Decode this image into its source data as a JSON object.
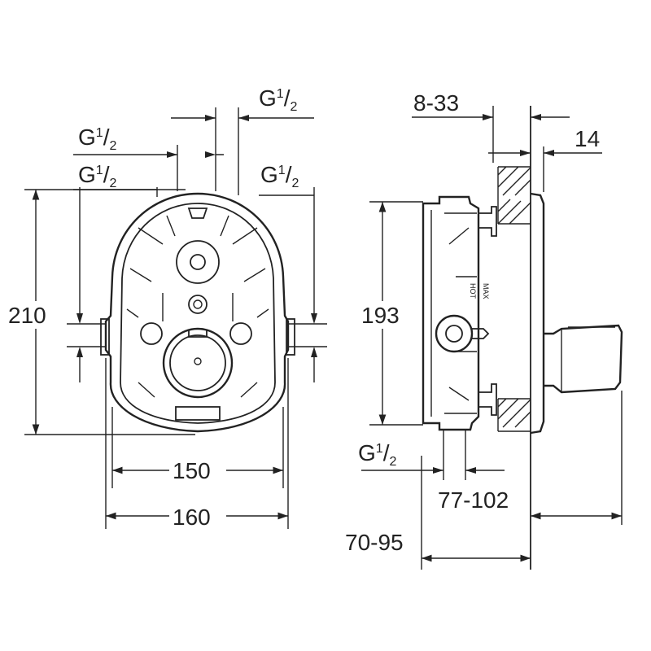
{
  "drawing": {
    "front_view": {
      "thread_top_right": {
        "g": "G",
        "sup": "1",
        "sep": "/",
        "sub": "2"
      },
      "thread_top_mid": {
        "g": "G",
        "sup": "1",
        "sep": "/",
        "sub": "2"
      },
      "thread_left": {
        "g": "G",
        "sup": "1",
        "sep": "/",
        "sub": "2"
      },
      "thread_right": {
        "g": "G",
        "sup": "1",
        "sep": "/",
        "sub": "2"
      },
      "height": "210",
      "width_inner": "150",
      "width_outer": "160"
    },
    "side_view": {
      "wall_offset": "8-33",
      "plate_thickness": "14",
      "height": "193",
      "thread_bottom": {
        "g": "G",
        "sup": "1",
        "sep": "/",
        "sub": "2"
      },
      "depth_range": "77-102",
      "install_range": "70-95",
      "body_marks": [
        "HOT",
        "MAX"
      ]
    }
  }
}
